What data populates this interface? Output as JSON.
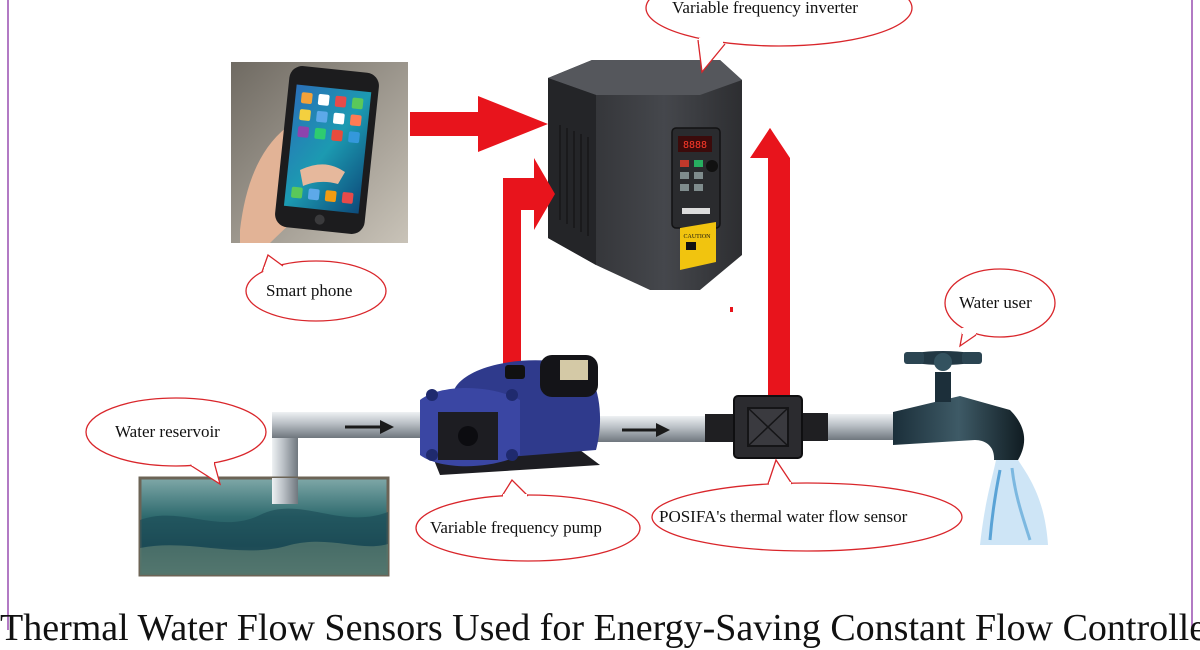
{
  "labels": {
    "inverter": "Variable frequency inverter",
    "phone": "Smart phone",
    "user": "Water user",
    "reservoir": "Water reservoir",
    "pump": "Variable frequency pump",
    "sensor": "POSIFA's thermal water flow sensor",
    "caution": "CAUTION"
  },
  "caption": "Thermal Water Flow Sensors Used for Energy-Saving Constant Flow Controllers",
  "colors": {
    "border": "#b27ac4",
    "arrow": "#e8141c",
    "pipe": "#a9b0b6",
    "pump_body": "#2f3a8c",
    "inverter_body": "#3a3b3f",
    "water": "#2e6a6e",
    "bubble_stroke": "#d9262b"
  }
}
